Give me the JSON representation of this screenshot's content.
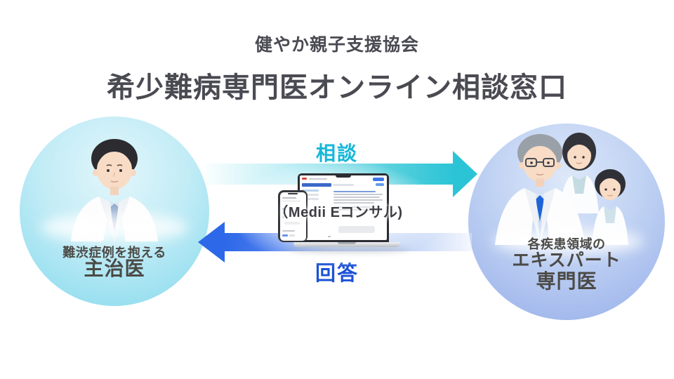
{
  "header": {
    "subtitle": "健やか親子支援協会",
    "title": "希少難病専門医オンライン相談窓口"
  },
  "left_actor": {
    "caption_line1": "難渋症例を抱える",
    "caption_line2": "主治医"
  },
  "right_actor": {
    "caption_line1": "各疾患領域の",
    "caption_line2": "エキスパート",
    "caption_line3": "専門医"
  },
  "flow": {
    "consult_label": "相談",
    "reply_label": "回答",
    "platform_label": "（Medii Eコンサル)"
  },
  "colors": {
    "title_text": "#4a4a52",
    "consult_accent": "#14b7d8",
    "reply_accent": "#1b50d8",
    "consult_arrow": "#2bc4d6",
    "reply_arrow": "#2d68e8",
    "left_circle": "#9be0f0",
    "right_circle": "#a5bbed",
    "caption_text": "#4c4a46"
  }
}
